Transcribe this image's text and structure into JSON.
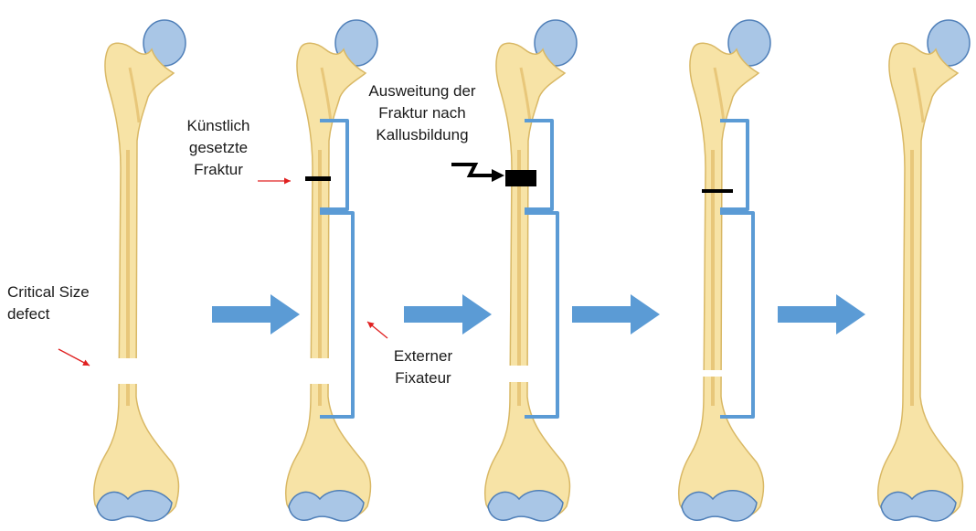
{
  "labels": {
    "critical_size": [
      "Critical Size",
      "defect"
    ],
    "kuenstlich": [
      "Künstlich",
      "gesetzte",
      "Fraktur"
    ],
    "ausweitung": [
      "Ausweitung der",
      "Fraktur nach",
      "Kallusbildung"
    ],
    "fixateur": [
      "Externer",
      "Fixateur"
    ]
  },
  "colors": {
    "bone_fill": "#f7e3a6",
    "bone_stroke": "#d9b865",
    "bone_shadow": "#e8c77a",
    "cartilage": "#a9c6e6",
    "cartilage_stroke": "#4f7fb8",
    "fixateur": "#5b9bd5",
    "arrow": "#5b9bd5",
    "pointer": "#e02020",
    "fracture": "#000000"
  },
  "icons": [
    "femur-bone-icon",
    "external-fixator-icon",
    "process-arrow-icon",
    "red-pointer-arrow-icon",
    "zigzag-arrow-icon"
  ]
}
